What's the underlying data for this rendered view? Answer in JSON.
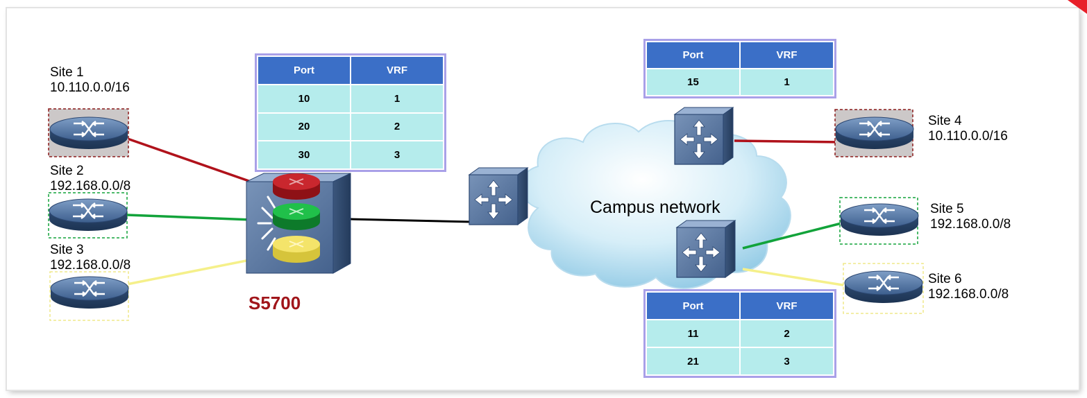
{
  "device_name": "S5700",
  "cloud_label": "Campus network",
  "sites": [
    {
      "name": "Site 1",
      "subnet": "10.110.0.0/16"
    },
    {
      "name": "Site 2",
      "subnet": "192.168.0.0/8"
    },
    {
      "name": "Site 3",
      "subnet": "192.168.0.0/8"
    },
    {
      "name": "Site 4",
      "subnet": "10.110.0.0/16"
    },
    {
      "name": "Site 5",
      "subnet": "192.168.0.0/8"
    },
    {
      "name": "Site 6",
      "subnet": "192.168.0.0/8"
    }
  ],
  "tables": {
    "s5700": {
      "headers": [
        "Port",
        "VRF"
      ],
      "rows": [
        [
          "10",
          "1"
        ],
        [
          "20",
          "2"
        ],
        [
          "30",
          "3"
        ]
      ]
    },
    "upper_right": {
      "headers": [
        "Port",
        "VRF"
      ],
      "rows": [
        [
          "15",
          "1"
        ]
      ]
    },
    "lower_right": {
      "headers": [
        "Port",
        "VRF"
      ],
      "rows": [
        [
          "11",
          "2"
        ],
        [
          "21",
          "3"
        ]
      ]
    }
  },
  "colors": {
    "vrf1": "#b0121b",
    "vrf2": "#12a33a",
    "vrf3": "#f5f08a",
    "table_header": "#3b6fc7",
    "table_cell": "#b5ecec",
    "table_border": "#a9a0e8",
    "device_label": "#a0151a"
  },
  "icons": {
    "router": "router-icon",
    "switch": "switch-icon",
    "cloud": "cloud-icon",
    "core_switch": "core-switch-icon"
  }
}
